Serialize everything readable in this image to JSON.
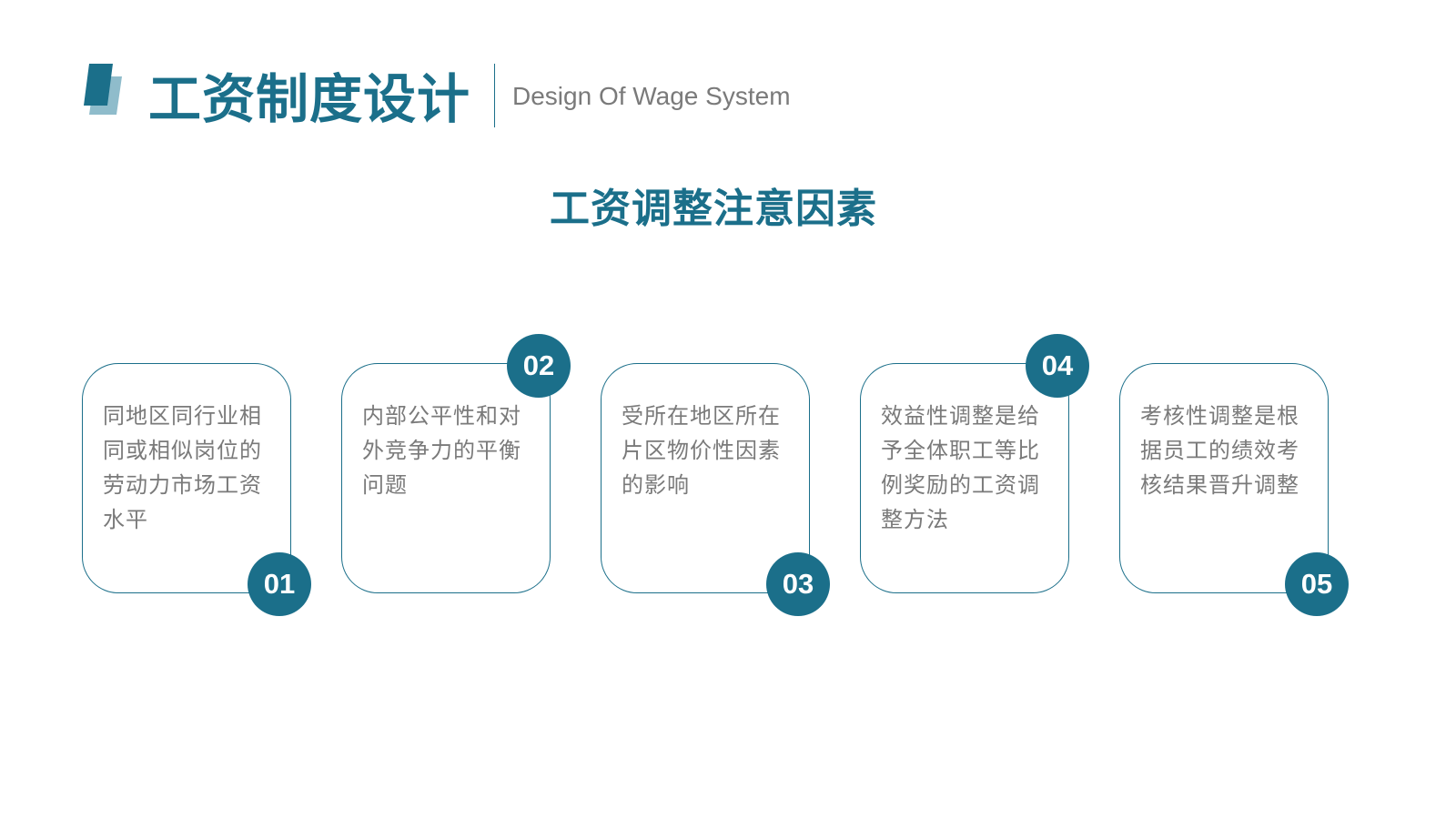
{
  "header": {
    "title": "工资制度设计",
    "subtitle": "Design Of Wage System",
    "logo_icon": "parallelogram-logo-icon",
    "accent_color": "#1b6f8a",
    "accent_light_color": "#8fbccb"
  },
  "section": {
    "heading": "工资调整注意因素"
  },
  "cards": [
    {
      "number": "01",
      "text": "同地区同行业相同或相似岗位的劳动力市场工资水平"
    },
    {
      "number": "02",
      "text": "内部公平性和对外竞争力的平衡问题"
    },
    {
      "number": "03",
      "text": "受所在地区所在片区物价性因素的影响"
    },
    {
      "number": "04",
      "text": "效益性调整是给予全体职工等比例奖励的工资调整方法"
    },
    {
      "number": "05",
      "text": "考核性调整是根据员工的绩效考核结果晋升调整"
    }
  ]
}
